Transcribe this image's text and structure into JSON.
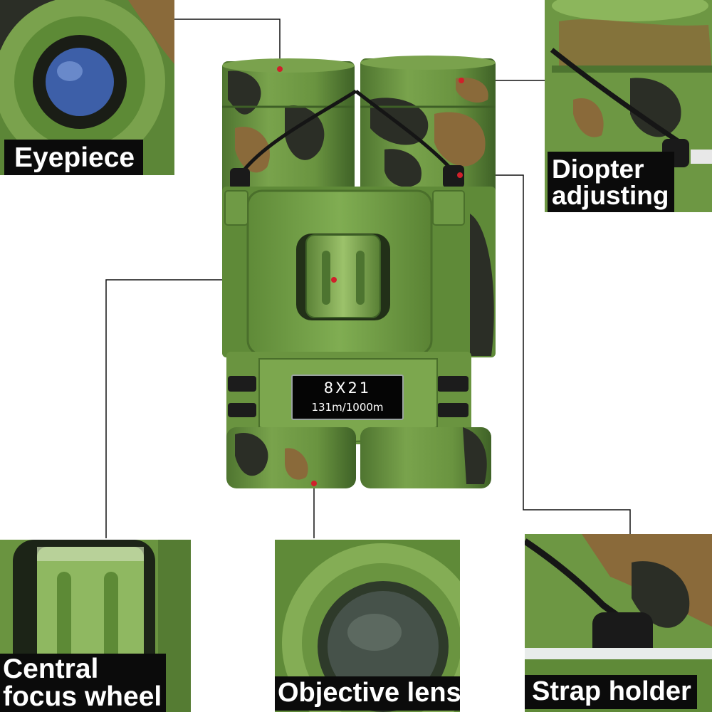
{
  "product": {
    "model": "8X21",
    "field_of_view": "131m/1000m"
  },
  "callouts": {
    "eyepiece": "Eyepiece",
    "diopter_line1": "Diopter",
    "diopter_line2": "adjusting",
    "focus_line1": "Central",
    "focus_line2": "focus wheel",
    "objective": "Objective lens",
    "strap": "Strap holder"
  },
  "colors": {
    "camo_green": "#6f9a45",
    "camo_dark": "#2b2e26",
    "camo_brown": "#8a6a3a",
    "lens_blue": "#3d5fa8",
    "marker_red": "#d0202a",
    "label_bg": "#0b0b0b"
  }
}
